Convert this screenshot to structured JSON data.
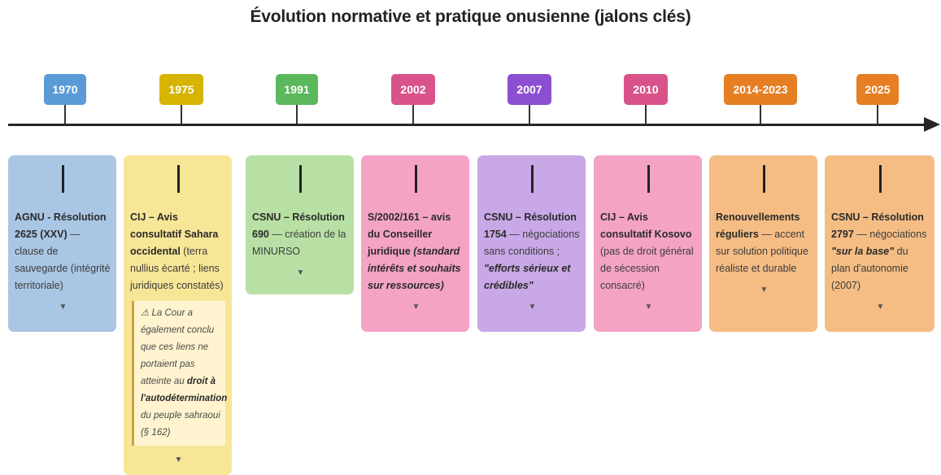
{
  "title": "Évolution normative et pratique onusienne (jalons clés)",
  "events": [
    {
      "year": "1970",
      "color": "#5b9bd5",
      "card_color": "#a9c6e4",
      "pre": "",
      "bold": "AGNU - Résolution 2625 (XXV)",
      "post": " — clause de sauvegarde (intégrité territoriale)"
    },
    {
      "year": "1975",
      "color": "#d6b400",
      "card_color": "#f8e697",
      "pre": "",
      "bold": "CIJ – Avis consultatif Sahara occidental",
      "post": " (terra nullius écarté ; liens juridiques constatés)"
    },
    {
      "year": "1991",
      "color": "#5cb85c",
      "card_color": "#b8e0a4",
      "pre": "",
      "bold": "CSNU – Résolution 690",
      "post": " — création de la MINURSO"
    },
    {
      "year": "2002",
      "color": "#d9538a",
      "card_color": "#f4a3c4",
      "pre": "",
      "bold": "S/2002/161 – avis du Conseiller juridique",
      "post": ""
    },
    {
      "year": "2007",
      "color": "#8c4fd1",
      "card_color": "#c8a8e6",
      "pre": "",
      "bold": "CSNU – Résolution 1754",
      "post": " — négociations sans conditions ; "
    },
    {
      "year": "2010",
      "color": "#d9538a",
      "card_color": "#f4a3c4",
      "pre": "",
      "bold": "CIJ – Avis consultatif Kosovo",
      "post": " (pas de droit général de sécession consacré)"
    },
    {
      "year": "2014-2023",
      "color": "#e67e22",
      "card_color": "#f5bd84",
      "pre": "",
      "bold": "Renouvellements réguliers",
      "post": " — accent sur solution politique réaliste et durable"
    },
    {
      "year": "2025",
      "color": "#e67e22",
      "card_color": "#f5bd84",
      "pre": "",
      "bold": "CSNU – Résolution 2797",
      "post": " — négociations "
    }
  ],
  "extra": {
    "e2002_italic": "(standard intérêts et souhaits sur ressources)",
    "e2007_quote": "\"efforts sérieux et crédibles\"",
    "e2025_quote": "\"sur la base\"",
    "e2025_tail": " du plan d'autonomie (2007)"
  },
  "note": {
    "icon": "⚠",
    "pre": " La Cour a également conclu que ces liens ne portaient pas atteinte au ",
    "bold": "droit à l'autodétermination",
    "post": " du peuple sahraoui (§ 162)"
  },
  "caret": "▼"
}
